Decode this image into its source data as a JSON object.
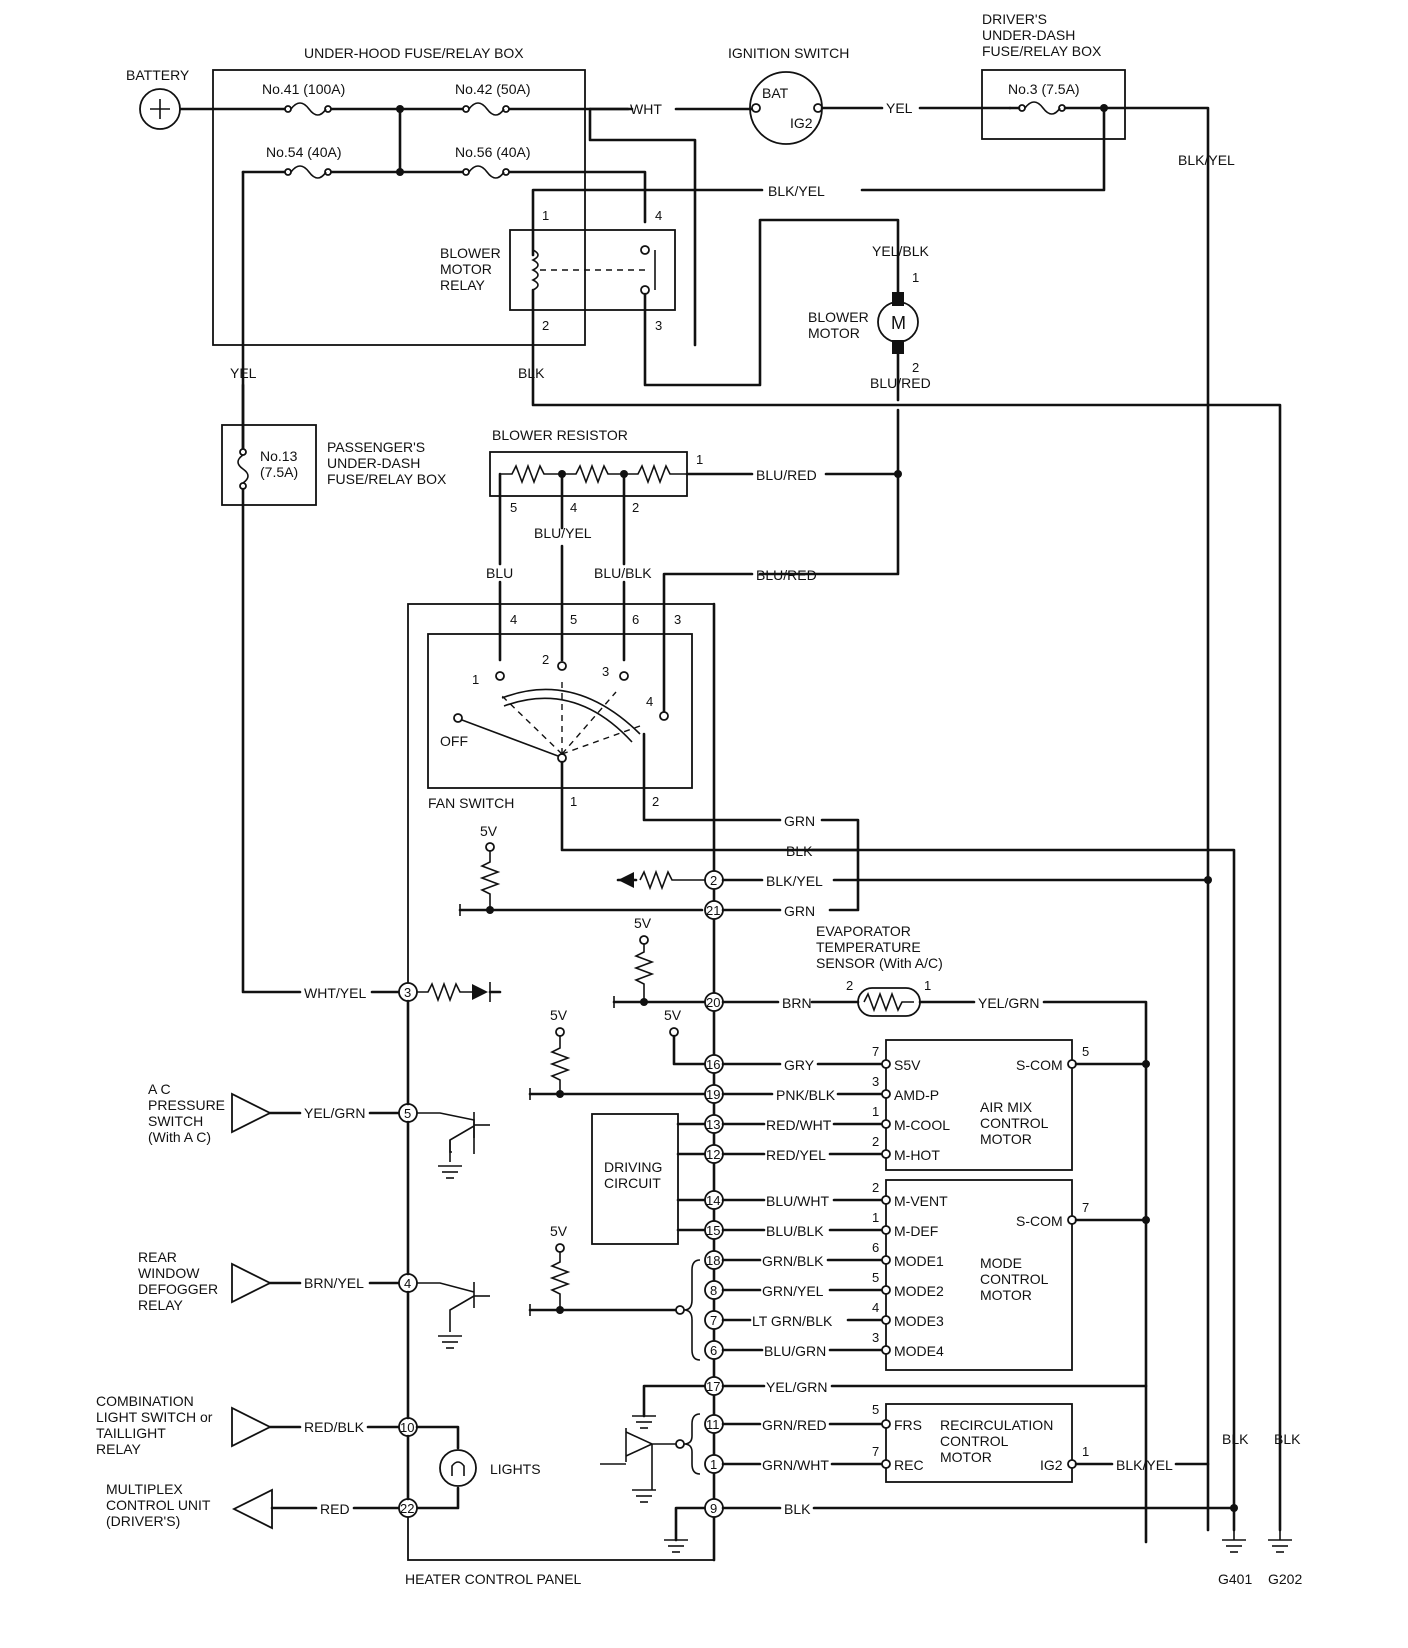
{
  "components": {
    "battery": "BATTERY",
    "underhood_box": "UNDER-HOOD FUSE/RELAY BOX",
    "fuse41": "No.41 (100A)",
    "fuse42": "No.42 (50A)",
    "fuse54": "No.54 (40A)",
    "fuse56": "No.56 (40A)",
    "ignition": "IGNITION SWITCH",
    "ign_bat": "BAT",
    "ign_ig2": "IG2",
    "driver_box": [
      "DRIVER'S",
      "UNDER-DASH",
      "FUSE/RELAY BOX"
    ],
    "fuse3": "No.3 (7.5A)",
    "blower_relay": [
      "BLOWER",
      "MOTOR",
      "RELAY"
    ],
    "blower_motor": [
      "BLOWER",
      "MOTOR"
    ],
    "motor_symbol": "M",
    "pass_box": [
      "PASSENGER'S",
      "UNDER-DASH",
      "FUSE/RELAY BOX"
    ],
    "fuse13": [
      "No.13",
      "(7.5A)"
    ],
    "blower_resistor": "BLOWER RESISTOR",
    "fan_switch": "FAN SWITCH",
    "fan_off": "OFF",
    "evap_sensor": [
      "EVAPORATOR",
      "TEMPERATURE",
      "SENSOR (With A/C)"
    ],
    "air_mix_motor": [
      "AIR MIX",
      "CONTROL",
      "MOTOR"
    ],
    "mode_motor": [
      "MODE",
      "CONTROL",
      "MOTOR"
    ],
    "recirc_motor": [
      "RECIRCULATION",
      "CONTROL",
      "MOTOR"
    ],
    "driving_circuit": [
      "DRIVING",
      "CIRCUIT"
    ],
    "ac_switch": [
      "A C",
      "PRESSURE",
      "SWITCH",
      "(With A C)"
    ],
    "rear_defog": [
      "REAR",
      "WINDOW",
      "DEFOGGER",
      "RELAY"
    ],
    "combo_switch": [
      "COMBINATION",
      "LIGHT SWITCH or",
      "TAILLIGHT",
      "RELAY"
    ],
    "multiplex": [
      "MULTIPLEX",
      "CONTROL UNIT",
      "(DRIVER'S)"
    ],
    "lights": "LIGHTS",
    "heater_panel": "HEATER CONTROL PANEL",
    "five_v": "5V",
    "g401": "G401",
    "g202": "G202"
  },
  "wires": {
    "wht": "WHT",
    "yel": "YEL",
    "blk_yel": "BLK/YEL",
    "yel_blk": "YEL/BLK",
    "blk": "BLK",
    "blu_red": "BLU/RED",
    "blu": "BLU",
    "blu_yel": "BLU/YEL",
    "blu_blk": "BLU/BLK",
    "grn": "GRN",
    "wht_yel": "WHT/YEL",
    "brn": "BRN",
    "yel_grn": "YEL/GRN",
    "gry": "GRY",
    "pnk_blk": "PNK/BLK",
    "red_wht": "RED/WHT",
    "red_yel": "RED/YEL",
    "blu_wht": "BLU/WHT",
    "grn_blk": "GRN/BLK",
    "grn_yel": "GRN/YEL",
    "ltgrn_blk": "LT GRN/BLK",
    "blu_grn": "BLU/GRN",
    "grn_red": "GRN/RED",
    "grn_wht": "GRN/WHT",
    "brn_yel": "BRN/YEL",
    "red_blk": "RED/BLK",
    "red": "RED"
  },
  "motor_terms": {
    "s5v": "S5V",
    "amd_p": "AMD-P",
    "m_cool": "M-COOL",
    "m_hot": "M-HOT",
    "s_com": "S-COM",
    "m_vent": "M-VENT",
    "m_def": "M-DEF",
    "mode1": "MODE1",
    "mode2": "MODE2",
    "mode3": "MODE3",
    "mode4": "MODE4",
    "frs": "FRS",
    "rec": "REC",
    "ig2": "IG2"
  },
  "pins": {
    "p1": "1",
    "p2": "2",
    "p3": "3",
    "p4": "4",
    "p5": "5",
    "p6": "6",
    "p7": "7",
    "p9": "9",
    "p10": "10",
    "p11": "11",
    "p12": "12",
    "p13": "13",
    "p14": "14",
    "p15": "15",
    "p16": "16",
    "p17": "17",
    "p18": "18",
    "p19": "19",
    "p20": "20",
    "p21": "21",
    "p22": "22"
  }
}
